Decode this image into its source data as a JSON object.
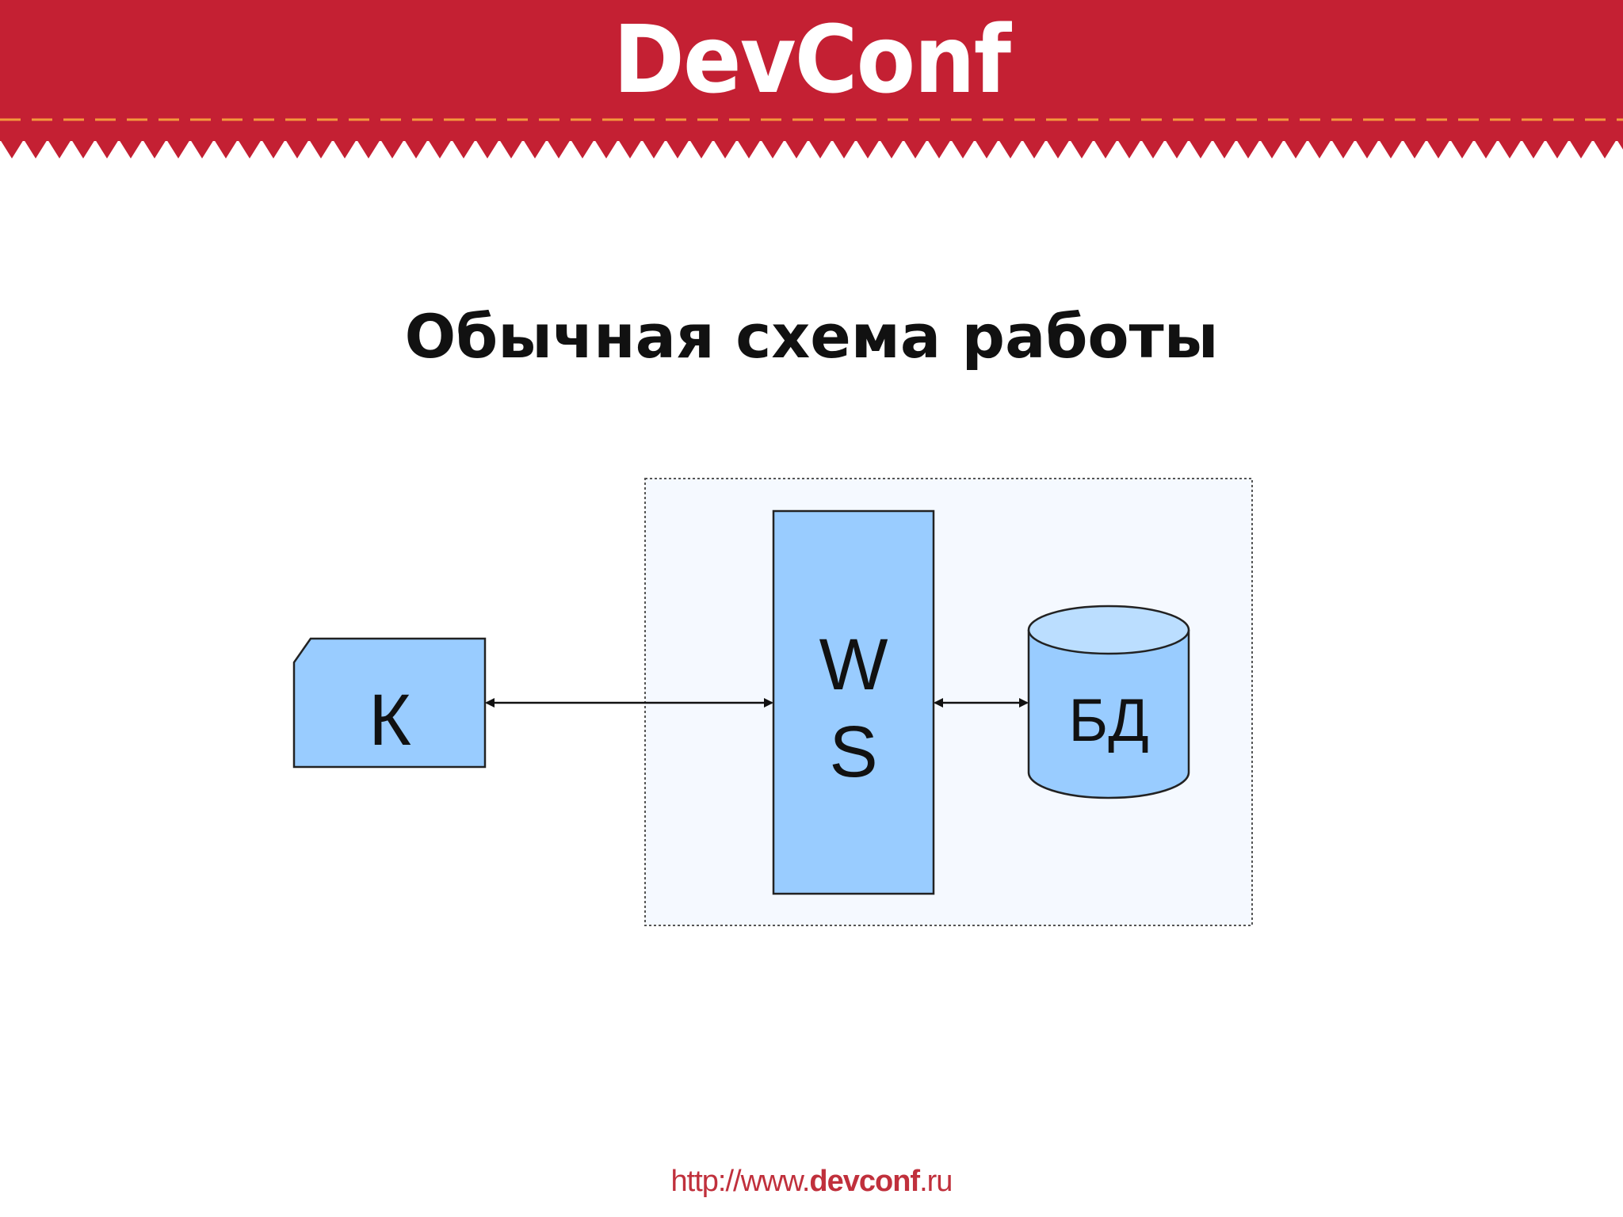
{
  "header": {
    "logo_text": "DevConf",
    "colors": {
      "banner": "#c42033",
      "stitch": "#f39a3c",
      "logo": "#ffffff"
    }
  },
  "slide": {
    "title": "Обычная схема работы"
  },
  "diagram": {
    "nodes": {
      "client": {
        "label": "К"
      },
      "webserver": {
        "label_line1": "W",
        "label_line2": "S"
      },
      "database": {
        "label": "БД"
      }
    },
    "edges": [
      {
        "from": "client",
        "to": "webserver",
        "direction": "both"
      },
      {
        "from": "webserver",
        "to": "database",
        "direction": "both"
      }
    ],
    "colors": {
      "node_fill": "#99ccff",
      "node_top": "#bbdeff",
      "group_fill": "#f5f9ff"
    }
  },
  "footer": {
    "url_prefix": "http://www.",
    "url_domain": "devconf",
    "url_suffix": ".ru",
    "color": "#c0303c"
  }
}
